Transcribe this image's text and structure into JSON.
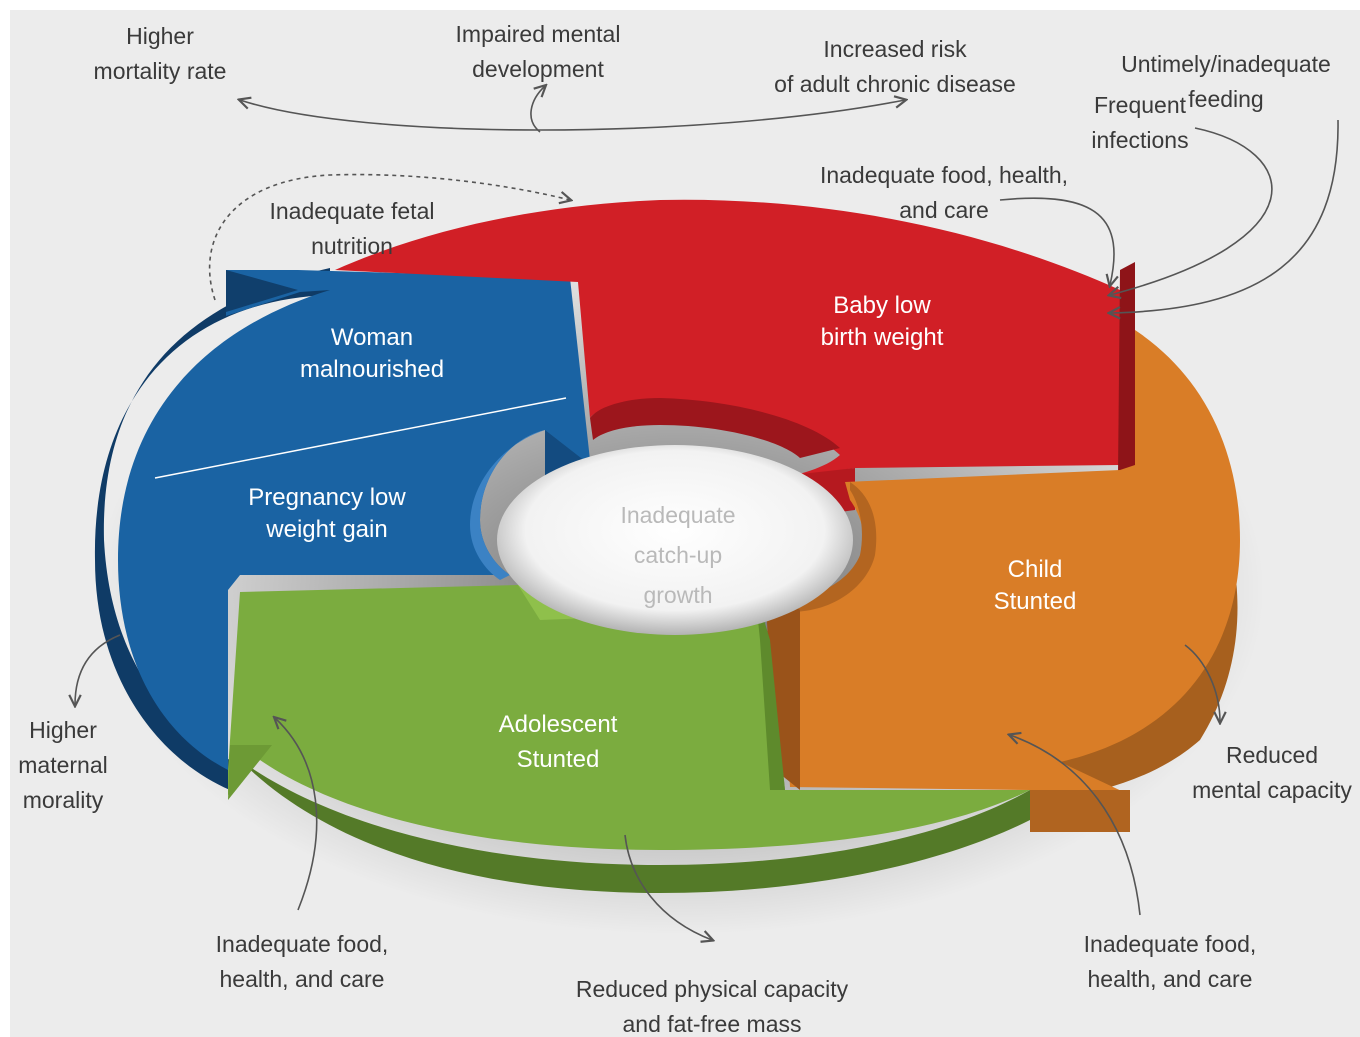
{
  "colors": {
    "red": "#d11f26",
    "red_dark": "#8e1418",
    "orange": "#d97d27",
    "orange_dark": "#9a531a",
    "green": "#7bac3f",
    "green_dark": "#547a28",
    "blue": "#1a63a3",
    "blue_dark": "#0f3b66"
  },
  "segments": {
    "baby": "Baby low\nbirth weight",
    "child": "Child\nStunted",
    "adolescent": "Adolescent\nStunted",
    "woman": "Woman\nmalnourished",
    "pregnancy": "Pregnancy low\nweight gain"
  },
  "center": "Inadequate\ncatch-up\ngrowth",
  "labels": {
    "higher_mortality": "Higher\nmortality rate",
    "impaired_mental": "Impaired mental\ndevelopment",
    "chronic_disease": "Increased risk\nof adult chronic disease",
    "untimely_feeding": "Untimely/inadequate\nfeeding",
    "frequent_infections": "Frequent\ninfections",
    "inadequate_top": "Inadequate food, health,\nand care",
    "fetal_nutrition": "Inadequate fetal\nnutrition",
    "maternal_mortality": "Higher\nmaternal\nmorality",
    "reduced_mental": "Reduced\nmental capacity",
    "inadequate_left": "Inadequate food,\nhealth, and care",
    "reduced_physical": "Reduced physical capacity\nand fat-free mass",
    "inadequate_right": "Inadequate food,\nhealth, and care"
  }
}
